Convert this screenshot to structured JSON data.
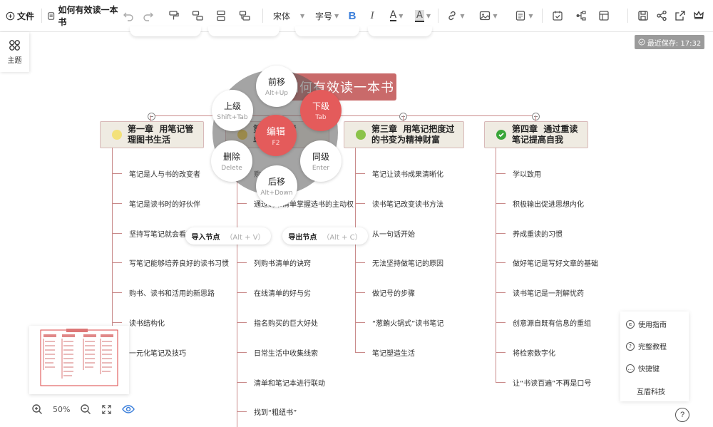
{
  "toolbar": {
    "file_label": "文件",
    "doc_title": "如何有效读一本书",
    "font_name": "宋体",
    "font_size": "字号",
    "bold": "B",
    "italic": "I",
    "font_color": "A",
    "bg_color": "A",
    "last_save": "最近保存: 17:32"
  },
  "left_panel": {
    "label": "主题"
  },
  "central_topic": "如何有效读一本书",
  "radial_menu": {
    "forward": {
      "label": "前移",
      "key": "Alt+Up"
    },
    "up": {
      "label": "上级",
      "key": "Shift+Tab"
    },
    "down": {
      "label": "下级",
      "key": "Tab"
    },
    "edit": {
      "label": "编辑",
      "key": "F2"
    },
    "delete": {
      "label": "删除",
      "key": "Delete"
    },
    "sibling": {
      "label": "同级",
      "key": "Enter"
    },
    "backward": {
      "label": "后移",
      "key": "Alt+Down"
    }
  },
  "import_pill": {
    "label": "导入节点",
    "key": "（Alt + V）"
  },
  "export_pill": {
    "label": "导出节点",
    "key": "（Alt + C）"
  },
  "chapters": [
    {
      "title": "第一章  用笔记管\n理图书生活",
      "icon_color": "#f3e17a",
      "items": [
        "笔记是人与书的改变者",
        "笔记是读书时的好伙伴",
        "坚持写笔记就会看到",
        "写笔记能够培养良好的读书习惯",
        "购书、读书和活用的新思路",
        "读书结构化",
        "一元化笔记及技巧"
      ]
    },
    {
      "title": "第   的书清\n单",
      "icon_color": "#e8c43b",
      "items": [
        "购",
        "通过购书清单掌握选书的主动权",
        "在购",
        "列购书清单的诀窍",
        "在线清单的好与劣",
        "指名购买的巨大好处",
        "日常生活中收集线索",
        "清单和笔记本进行联动",
        "找到“粗纽书”"
      ]
    },
    {
      "title": "第三章  用笔记把度过\n的书变为精神财富",
      "icon_color": "#8bc34a",
      "items": [
        "笔记让读书成果清晰化",
        "读书笔记改变读书方法",
        "从一句话开始",
        "无法坚持做笔记的原因",
        "做记号的步骤",
        "“葱鲔火锅式”读书笔记",
        "笔记塑造生活"
      ]
    },
    {
      "title": "第四章  通过重读\n笔记提高自我",
      "icon_color": "#3aa63a",
      "items": [
        "学以致用",
        "积极输出促进思想内化",
        "养成重读的习惯",
        "做好笔记是写好文章的基础",
        "读书笔记是一剂解忧药",
        "创意源自既有信息的重组",
        "将检索数字化",
        "让“书读百遍”不再是口号"
      ]
    }
  ],
  "help_panel": [
    "使用指南",
    "完整教程",
    "快捷键",
    "互盾科技"
  ],
  "zoom": {
    "level": "50%"
  }
}
